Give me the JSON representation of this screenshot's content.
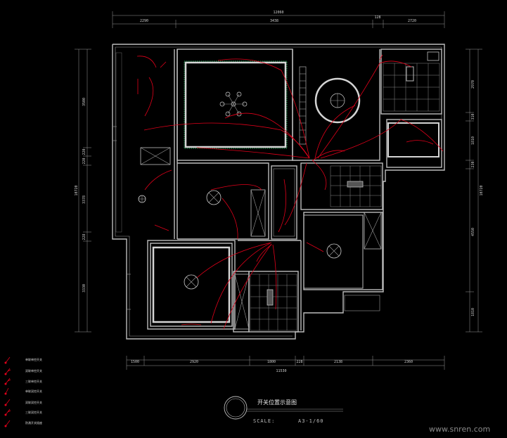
{
  "title": "开关位置示意图",
  "scale_label": "SCALE:",
  "scale_value": "A3-1/60",
  "watermark": "www.snren.com",
  "dims_top": {
    "total": "12060",
    "segments": [
      "2290",
      "3438",
      "128",
      "2720"
    ]
  },
  "dims_bottom": {
    "total": "11530",
    "segments": [
      "1500",
      "2920",
      "1800",
      "228",
      "2138",
      "2360"
    ]
  },
  "dims_left": {
    "total": "10720",
    "segments": [
      "3500",
      "220",
      "220",
      "3378",
      "228",
      "3330"
    ]
  },
  "dims_right": {
    "total": "10720",
    "segments": [
      "2970",
      "310",
      "1810",
      "230",
      "4550",
      "1810"
    ]
  },
  "legend": [
    "单联单控开关",
    "双联单控开关",
    "三联单控开关",
    "单联双控开关",
    "双联双控开关",
    "三联双控开关",
    "防溅开关插座"
  ],
  "colors": {
    "background": "#000000",
    "wall": "#bdbdbd",
    "wire": "#e0001a",
    "ceiling_edge": "#1aa050"
  }
}
